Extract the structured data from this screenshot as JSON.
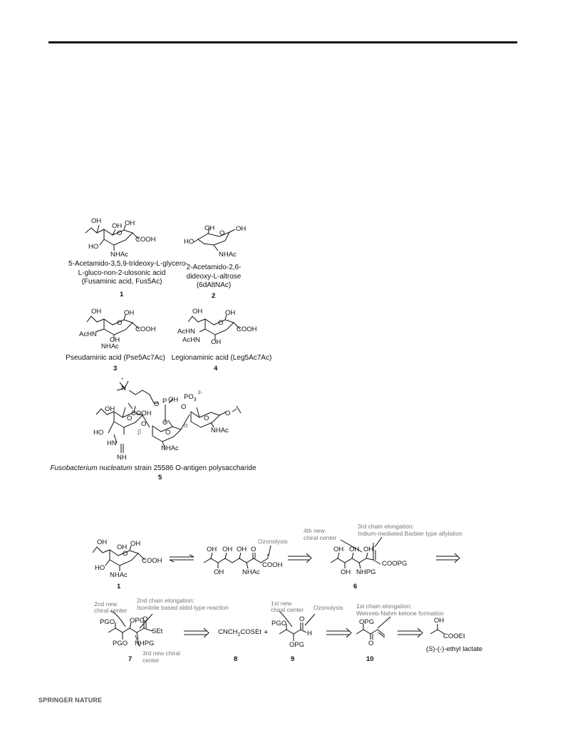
{
  "footer": "SPRINGER NATURE",
  "figure1": {
    "structures": [
      {
        "number": "1",
        "caption_lines": [
          "5-Acetamido-3,5,9-trideoxy-L-glycero-",
          "L-gluco-non-2-ulosonic acid",
          "(Fusaminic acid, Fus5Ac)"
        ],
        "labels": [
          "OH",
          "OH",
          "O",
          "OH",
          "COOH",
          "HO",
          "NHAc"
        ]
      },
      {
        "number": "2",
        "caption_lines": [
          "2-Acetamido-2,6-",
          "dideoxy-L-altrose",
          "(6dAltNAc)"
        ],
        "labels": [
          "OH",
          "O",
          "OH",
          "HO",
          "NHAc"
        ]
      },
      {
        "number": "3",
        "caption_lines": [
          "Pseudaminic acid (Pse5Ac7Ac)"
        ],
        "labels": [
          "OH",
          "OH",
          "O",
          "COOH",
          "AcHN",
          "OH",
          "NHAc"
        ]
      },
      {
        "number": "4",
        "caption_lines": [
          "Legionaminic acid (Leg5Ac7Ac)"
        ],
        "labels": [
          "OH",
          "OH",
          "O",
          "COOH",
          "AcHN",
          "AcHN",
          "OH"
        ]
      },
      {
        "number": "5",
        "caption_italic": "Fusobacterium nucleatum",
        "caption_rest": " strain 25586 O-antigen polysaccharide",
        "labels": [
          "N",
          "+",
          "O",
          "P",
          "OH",
          "O",
          "PO3",
          "2-",
          "O",
          "O",
          "OH",
          "COOH",
          "O",
          "O",
          "O",
          "O",
          "β",
          "α",
          "HO",
          "HN",
          "NHAc",
          "NHAc",
          "NH"
        ]
      }
    ]
  },
  "figure2": {
    "row1": {
      "left_number": "1",
      "left_labels": [
        "OH",
        "OH",
        "O",
        "OH",
        "COOH",
        "HO",
        "NHAc"
      ],
      "open_chain_labels": [
        "OH",
        "OH",
        "OH",
        "OH",
        "O",
        "OH",
        "NHAc",
        "COOH"
      ],
      "ozonolysis": "Ozonolysis",
      "compound6": {
        "number": "6",
        "labels": [
          "OH",
          "OH",
          "OH",
          "OH",
          "OH",
          "NHPG",
          "COOPG"
        ],
        "note_4th": [
          "4th new",
          "chiral center"
        ],
        "note_3rd": [
          "3rd chain elongation:",
          "Indium-mediated Barbier type allylation"
        ]
      }
    },
    "row2": {
      "compound7": {
        "number": "7",
        "labels": [
          "PGO",
          "OPG",
          "O",
          "SEt",
          "PGO",
          "NHPG"
        ],
        "note_2nd_center": [
          "2nd new",
          "chiral center"
        ],
        "note_2nd_elong": [
          "2nd chain elongation:",
          "Isonitrile based aldol-type reaction"
        ],
        "note_3rd_center": [
          "3rd new chiral",
          "center"
        ]
      },
      "compound8": {
        "number": "8",
        "formula": "CNCH2COSEt"
      },
      "plus": "+",
      "compound9": {
        "number": "9",
        "labels": [
          "PGO",
          "O",
          "H",
          "OPG"
        ],
        "note_1st_center": [
          "1st new",
          "chiral center"
        ],
        "ozonolysis": "Ozonolysis"
      },
      "compound10": {
        "number": "10",
        "labels": [
          "OPG",
          "O"
        ],
        "note_1st_elong": [
          "1st chain elongation:",
          "Weinreb-Nahm ketone formation"
        ]
      },
      "lactate": {
        "labels": [
          "OH",
          "COOEt"
        ],
        "name_prefix": "(",
        "name_S": "S",
        "name_rest": ")-(-)-ethyl lactate"
      }
    }
  }
}
